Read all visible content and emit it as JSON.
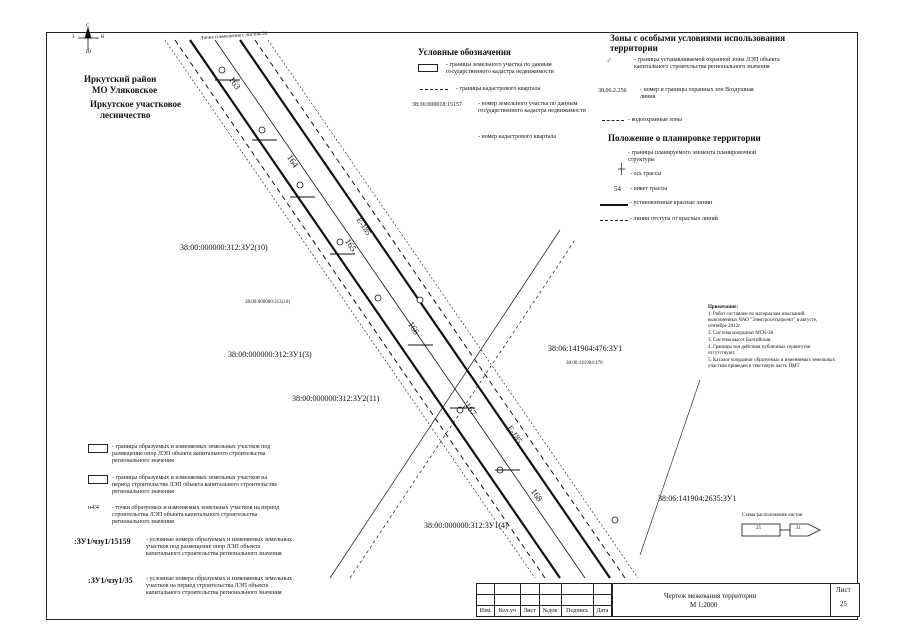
{
  "region": {
    "district": "Иркутский район",
    "mo": "МО Уляковское",
    "forestry_line1": "Иркутское участковое",
    "forestry_line2": "лесничество"
  },
  "compass": {
    "n": "С",
    "s": "Ю",
    "e": "В",
    "w": "З"
  },
  "legend": {
    "title": "Условные обозначения",
    "items": [
      {
        "label": "- границы земельного участка по данным государственного кадастра недвижимости"
      },
      {
        "label": "- границы кадастрового квартала"
      },
      {
        "code": "38:36:000018:15157",
        "label": "- номер земельного участка по данным государственного кадастра недвижимости"
      },
      {
        "label": "- номер кадастрового квартала"
      }
    ]
  },
  "zones": {
    "title": "Зоны с особыми условиями использования территории",
    "items": [
      {
        "label": "- границы устанавливаемой охранной зоны ЛЭП объекта капитального строительства регионального значения"
      },
      {
        "code": "38.06.2.256",
        "label": "- номер и границы охранных зон Воздушная линия"
      },
      {
        "label": "- водоохранные зоны"
      }
    ]
  },
  "planning": {
    "title": "Положение о планировке территории",
    "items": [
      {
        "label": "- границы планируемого элемента планировочной структуры"
      },
      {
        "label": "- ось трассы"
      },
      {
        "code": "54",
        "label": "- пикет трассы"
      },
      {
        "label": "- установленные красные линии"
      },
      {
        "label": "- линии отступа от красных линий"
      }
    ]
  },
  "notes": {
    "title": "Примечание:",
    "lines": [
      "1. Работ составлен по материалам изысканий, выполненных ЧАО \"Электросетьпроект\" в августе, сентябре 2012г.",
      "2. Система координат МСК-38.",
      "3. Система высот Балтийская.",
      "4. Границы зон действия публичных сервитутов отсутствуют.",
      "5. Каталог координат образуемых и изменяемых земельных участков приведен в текстовую часть ПМТ"
    ]
  },
  "bottom_legend": [
    {
      "label": "- границы образуемых и изменяемых земельных участков под размещение опор ЛЭП объекта капитального строительства регионального значения"
    },
    {
      "label": "- границы образуемых и изменяемых земельных участков на период строительства ЛЭП объекта капитального строительства регионального значения"
    },
    {
      "code": "н4/4",
      "label": "- точки образуемых и изменяемых земельных участков на период строительства ЛЭП объекта капитального строительства регионального значения"
    },
    {
      "code": ":ЗУ1/чзу1/15159",
      "label": "- условные номера образуемых и изменяемых земельных участков под размещение опор ЛЭП объекта капитального строительства регионального значения"
    },
    {
      "code": ":ЗУ1/чзу1/35",
      "label": "- условные номера образуемых и изменяемых земельных участков на период строительства ЛЭП объекта капитального строительства регионального значения"
    }
  ],
  "map_labels": {
    "parcel_1": "38:00:000000:312:ЗУ2(10)",
    "parcel_2": "38:00:000000:312:ЗУ1(3)",
    "parcel_3": "38:00:000000:312:ЗУ2(11)",
    "parcel_4": "38:06:141904:476:ЗУ1",
    "parcel_5": "38:06:141904:2635:ЗУ1",
    "parcel_6": "38:00:000000:312:ЗУ1(4)",
    "top_label": "Линия совмещения с листом 26",
    "pk_163": "163",
    "pk_164": "164",
    "pk_165": "165",
    "pk_166": "166",
    "pk_167": "167",
    "pk_168": "168",
    "line_label_1": "Е-185",
    "line_label_2": "Е-185",
    "tiny_1": "38:00:000000:312(10)",
    "tiny_2": "38:06:141904:476"
  },
  "sheet_scheme": {
    "title": "Схема расположения листов",
    "sheet_a": "25",
    "sheet_b": "31"
  },
  "stamp": {
    "headers": [
      "Изм.",
      "Кол.уч",
      "Лист",
      "№док",
      "Подпись",
      "Дата"
    ],
    "title_line1": "Чертеж межевания территории",
    "title_line2": "М 1:2000",
    "sheet_label": "Лист",
    "sheet_no": "25"
  }
}
